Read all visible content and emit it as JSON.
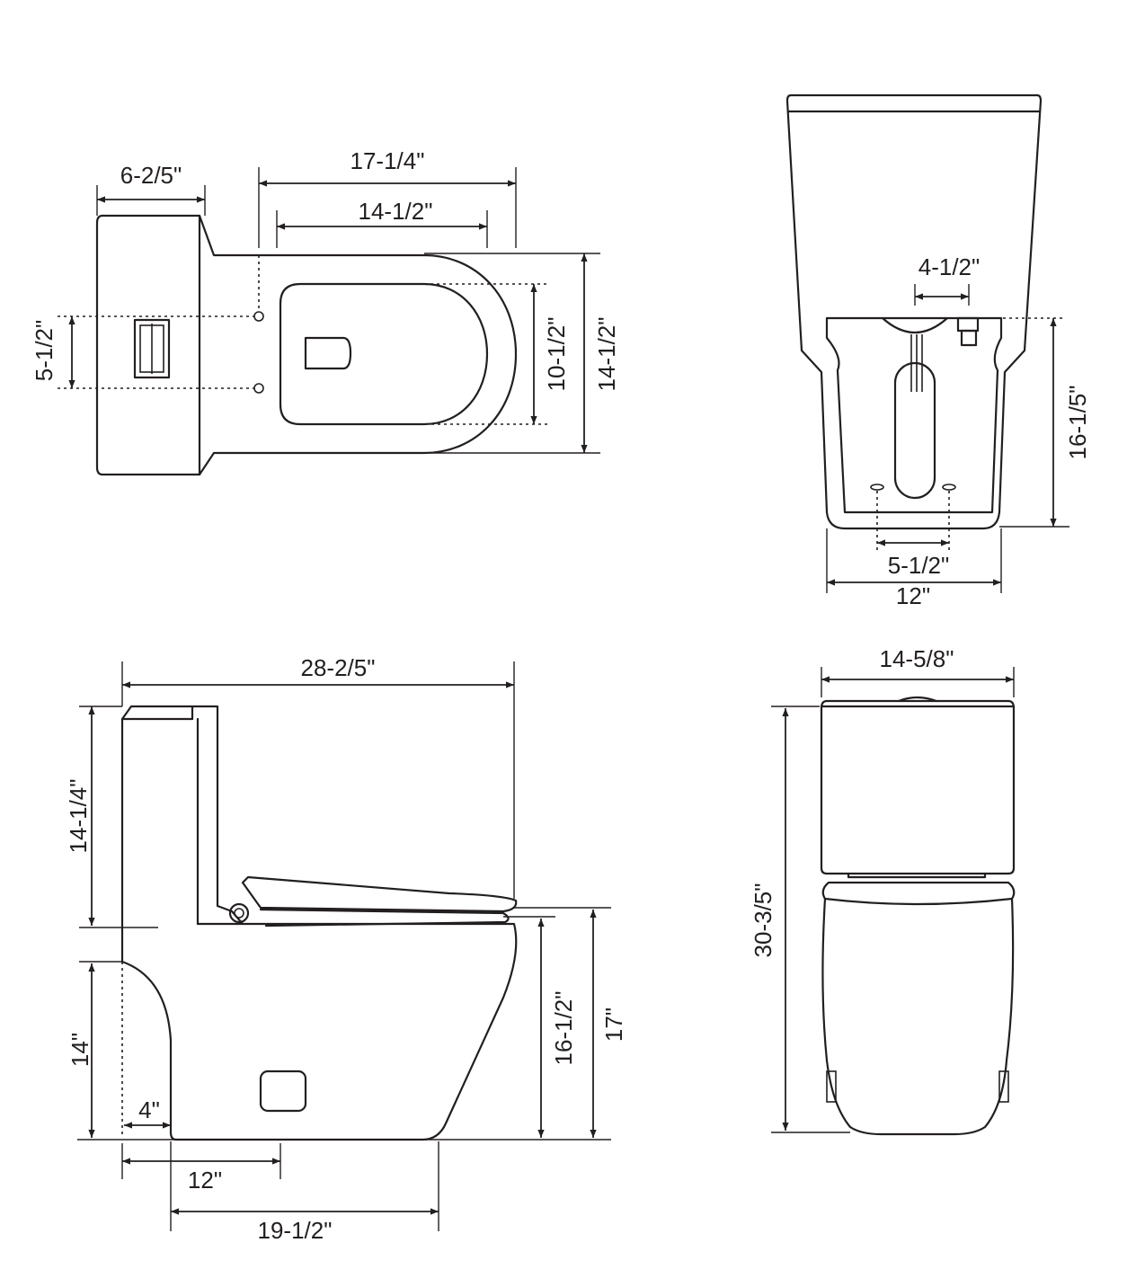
{
  "colors": {
    "line": "#231f20",
    "background": "#ffffff"
  },
  "top_view": {
    "tank_depth": "6-2/5\"",
    "overall_length": "17-1/4\"",
    "seat_opening_length": "14-1/2\"",
    "bolt_spacing": "5-1/2\"",
    "seat_opening_width": "10-1/2\"",
    "bowl_width": "14-1/2\""
  },
  "rear_view": {
    "supply_offset": "4-1/2\"",
    "height": "16-1/5\"",
    "mount_spacing": "5-1/2\"",
    "base_width": "12\""
  },
  "side_view": {
    "overall_depth": "28-2/5\"",
    "tank_height": "14-1/4\"",
    "lower_height": "14\"",
    "bowl_height": "16-1/2\"",
    "seat_height": "17\"",
    "wall_gap": "4\"",
    "rough_in": "12\"",
    "bowl_depth": "19-1/2\""
  },
  "front_view": {
    "tank_width": "14-5/8\"",
    "overall_height": "30-3/5\""
  }
}
